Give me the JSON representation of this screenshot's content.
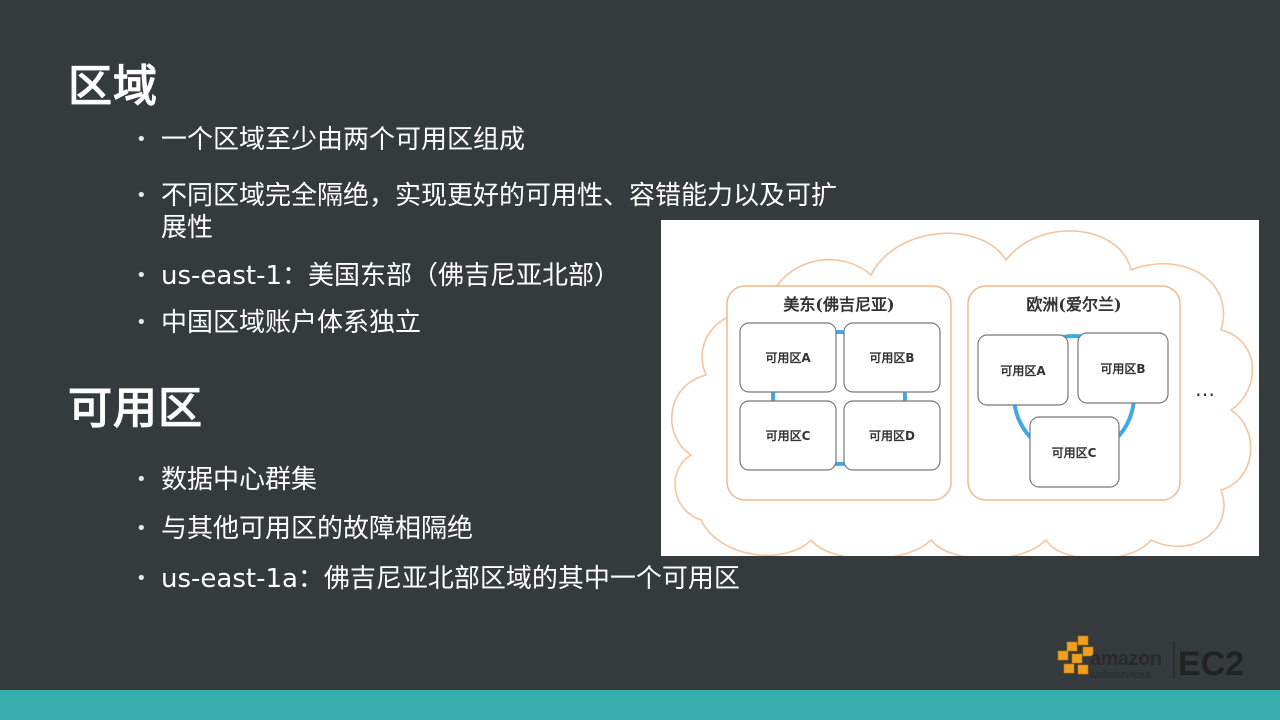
{
  "regions": {
    "title": "区域",
    "bullets": [
      "一个区域至少由两个可用区组成",
      "不同区域完全隔绝，实现更好的可用性、容错能力以及可扩展性",
      "us-east-1：美国东部（佛吉尼亚北部）",
      "中国区域账户体系独立"
    ]
  },
  "availability_zones": {
    "title": "可用区",
    "bullets": [
      "数据中心群集",
      "与其他可用区的故障相隔绝",
      "us-east-1a：佛吉尼亚北部区域的其中一个可用区"
    ]
  },
  "diagram": {
    "region_us": {
      "label": "美东(佛吉尼亚)",
      "zones": [
        "可用区A",
        "可用区B",
        "可用区C",
        "可用区D"
      ]
    },
    "region_eu": {
      "label": "欧洲(爱尔兰)",
      "zones": [
        "可用区A",
        "可用区B",
        "可用区C"
      ]
    },
    "more": "…",
    "colors": {
      "region_border": "#f2b98a",
      "ring": "#3fa9e8",
      "cloud": "#f5c29a"
    }
  },
  "logo": {
    "line1": "amazon",
    "line2": "webservices",
    "product": "EC2"
  },
  "colors": {
    "background": "#353b3d",
    "footer": "#38adad",
    "logo_orange": "#f0a020"
  }
}
